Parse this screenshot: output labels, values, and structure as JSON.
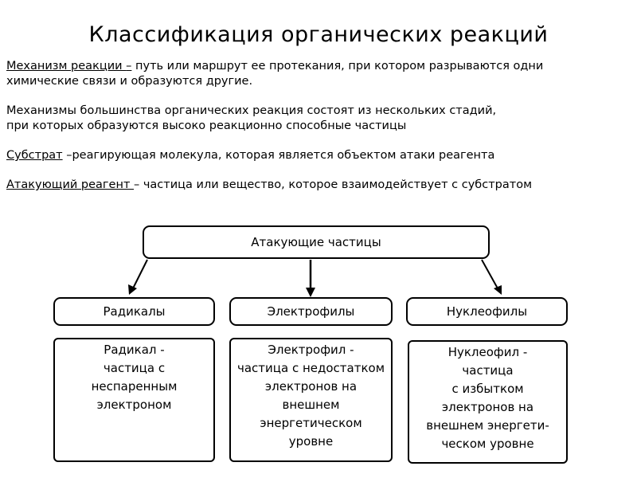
{
  "title": "Классификация органических реакций",
  "definitions": {
    "mechanism": {
      "term": "Механизм реакции ",
      "dash": "–",
      "line1": " путь или маршрут ее протекания, при котором разрываются одни",
      "line2": " химические связи и образуются другие."
    },
    "stages": {
      "line1": "Механизмы большинства органических реакция состоят из нескольких стадий,",
      "line2": "при которых образуются  высоко реакционно способные частицы"
    },
    "substrate": {
      "term": "Субстрат",
      "text": " –реагирующая молекула, которая является объектом атаки реагента"
    },
    "reagent": {
      "term": "Атакующий реагент ",
      "text": "– частица или вещество, которое взаимодействует с субстратом"
    }
  },
  "diagram": {
    "root": "Атакующие частицы",
    "categories": [
      "Радикалы",
      "Электрофилы",
      "Нуклеофилы"
    ],
    "descriptions": {
      "radical": [
        "Радикал -",
        "частица с",
        "неспаренным",
        "электроном"
      ],
      "electrophile": [
        "Электрофил -",
        "частица с недостатком",
        "электронов на",
        "внешнем",
        "энергетическом",
        "уровне"
      ],
      "nucleophile": [
        "Нуклеофил -",
        "частица",
        "с избытком",
        "электронов на",
        "внешнем энергети-",
        "ческом уровне"
      ]
    }
  }
}
